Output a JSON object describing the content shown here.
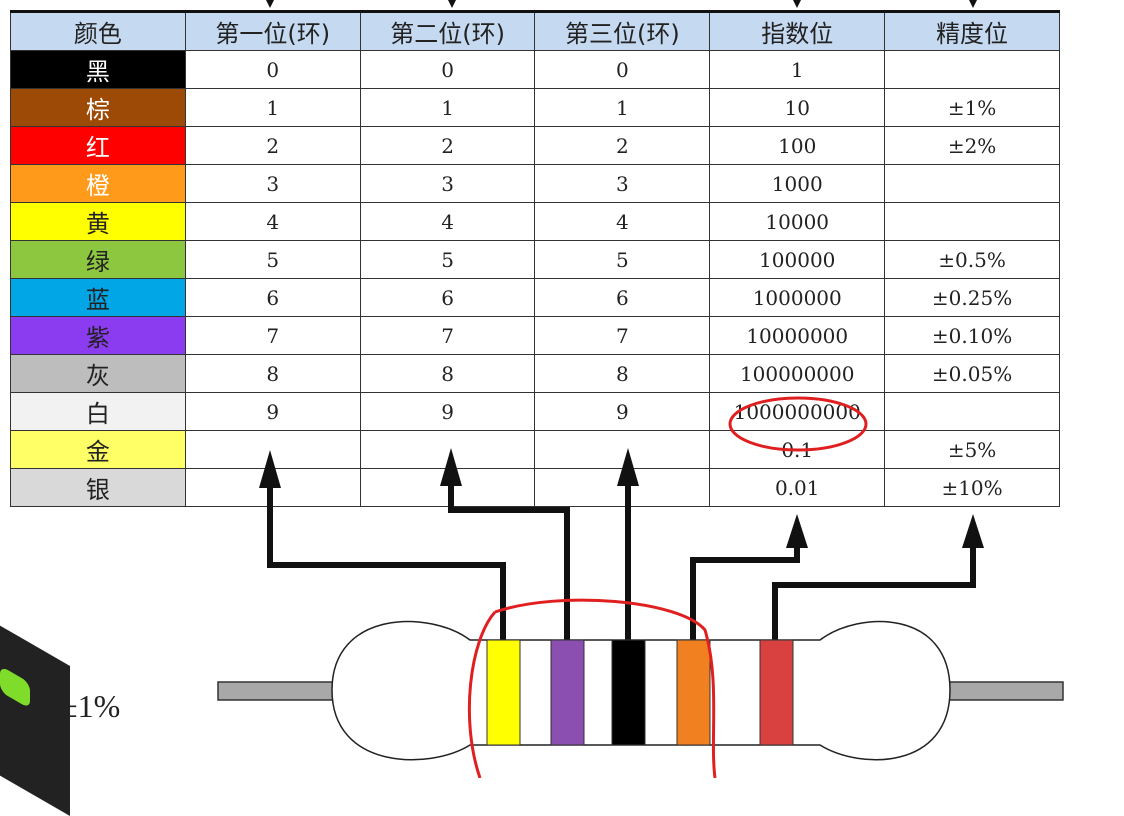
{
  "headers": [
    "颜色",
    "第一位(环)",
    "第二位(环)",
    "第三位(环)",
    "指数位",
    "精度位"
  ],
  "rows": [
    {
      "color": "黑",
      "bg": "#000000",
      "fg": "#ffffff",
      "d1": "0",
      "d2": "0",
      "d3": "0",
      "exp": "1",
      "tol": ""
    },
    {
      "color": "棕",
      "bg": "#9c4a06",
      "fg": "#ffffff",
      "d1": "1",
      "d2": "1",
      "d3": "1",
      "exp": "10",
      "tol": "±1%"
    },
    {
      "color": "红",
      "bg": "#ff0000",
      "fg": "#ffffff",
      "d1": "2",
      "d2": "2",
      "d3": "2",
      "exp": "100",
      "tol": "±2%"
    },
    {
      "color": "橙",
      "bg": "#ff9a1a",
      "fg": "#ffffff",
      "d1": "3",
      "d2": "3",
      "d3": "3",
      "exp": "1000",
      "tol": ""
    },
    {
      "color": "黄",
      "bg": "#ffff00",
      "fg": "#222222",
      "d1": "4",
      "d2": "4",
      "d3": "4",
      "exp": "10000",
      "tol": ""
    },
    {
      "color": "绿",
      "bg": "#8dc73f",
      "fg": "#222222",
      "d1": "5",
      "d2": "5",
      "d3": "5",
      "exp": "100000",
      "tol": "±0.5%"
    },
    {
      "color": "蓝",
      "bg": "#00a6e6",
      "fg": "#222222",
      "d1": "6",
      "d2": "6",
      "d3": "6",
      "exp": "1000000",
      "tol": "±0.25%"
    },
    {
      "color": "紫",
      "bg": "#8b3cf0",
      "fg": "#222222",
      "d1": "7",
      "d2": "7",
      "d3": "7",
      "exp": "10000000",
      "tol": "±0.10%"
    },
    {
      "color": "灰",
      "bg": "#bdbdbd",
      "fg": "#222222",
      "d1": "8",
      "d2": "8",
      "d3": "8",
      "exp": "100000000",
      "tol": "±0.05%"
    },
    {
      "color": "白",
      "bg": "#f2f2f2",
      "fg": "#222222",
      "d1": "9",
      "d2": "9",
      "d3": "9",
      "exp": "1000000000",
      "tol": ""
    },
    {
      "color": "金",
      "bg": "#ffff66",
      "fg": "#222222",
      "d1": "",
      "d2": "",
      "d3": "",
      "exp": "0.1",
      "tol": "±5%"
    },
    {
      "color": "银",
      "bg": "#d9d9d9",
      "fg": "#222222",
      "d1": "",
      "d2": "",
      "d3": "",
      "exp": "0.01",
      "tol": "±10%"
    }
  ],
  "bands": [
    "#ffff00",
    "#8a4fb0",
    "#000000",
    "#f08020",
    "#d94040"
  ],
  "note": "±1%"
}
